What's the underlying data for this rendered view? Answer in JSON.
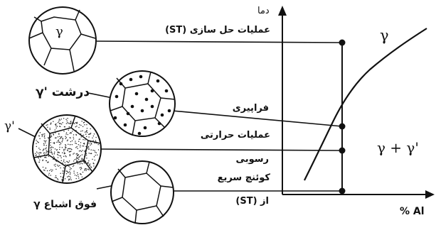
{
  "axes": {
    "y_label": "دما",
    "x_label": "% Al"
  },
  "phase_regions": {
    "gamma": "γ",
    "gamma_plus_gamma_prime": "γ + γ'"
  },
  "process_labels": {
    "solution_treatment": "عملیات حل سازی (ST)",
    "overaging": "فراپیری",
    "aging_treatment": "عملیات حرارتی",
    "precipitation": "رسوبی",
    "rapid_quench": "کوئنچ سریع",
    "from_st": "از (ST)"
  },
  "microstructure_labels": {
    "coarse_gamma_prime": "γ' درشت",
    "fine_gamma_prime": "γ'",
    "supersaturated_gamma": "γ فوق اشباع",
    "single_phase_gamma": "γ"
  }
}
